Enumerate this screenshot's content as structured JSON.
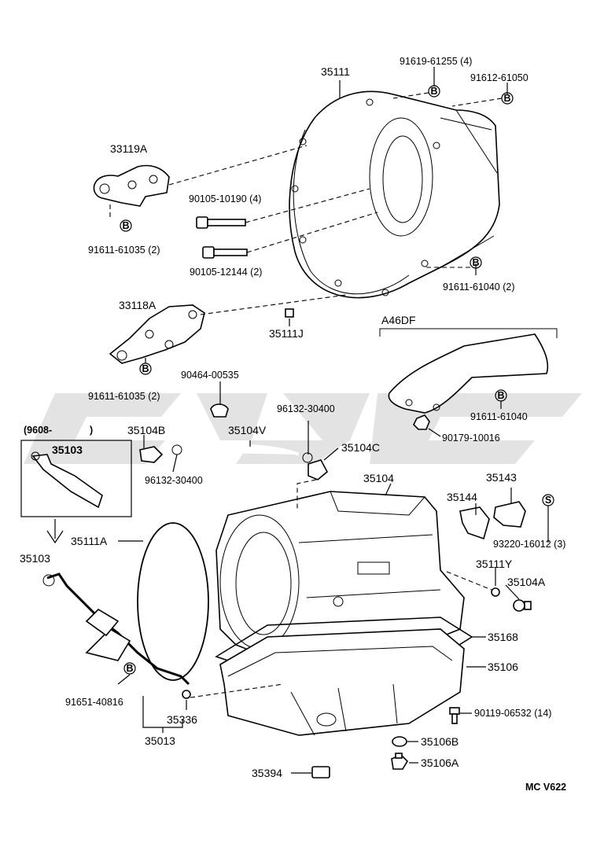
{
  "labels": {
    "p35111": "35111",
    "p91619": "91619-61255 (4)",
    "p91612": "91612-61050",
    "p33119A": "33119A",
    "p90105_10190": "90105-10190 (4)",
    "p91611_61035a": "91611-61035 (2)",
    "p90105_12144": "90105-12144 (2)",
    "p91611_61040a": "91611-61040 (2)",
    "p33118A": "33118A",
    "p35111J": "35111J",
    "a46df": "A46DF",
    "p90464": "90464-00535",
    "p91611_61035b": "91611-61035 (2)",
    "p91611_61040b": "91611-61040",
    "p90179": "90179-10016",
    "p96132a": "96132-30400",
    "p9608": "(9608-",
    "p9608close": ")",
    "p35103box": "35103",
    "p35104B": "35104B",
    "p35104V": "35104V",
    "p35104C": "35104C",
    "p96132b": "96132-30400",
    "p35104": "35104",
    "p35143": "35143",
    "p35144": "35144",
    "p93220": "93220-16012 (3)",
    "p35111A": "35111A",
    "p35103": "35103",
    "p35111Y": "35111Y",
    "p35104A": "35104A",
    "p35168": "35168",
    "p35106": "35106",
    "p91651": "91651-40816",
    "p35336": "35336",
    "p90119": "90119-06532 (14)",
    "p35013": "35013",
    "p35106B": "35106B",
    "p35106A": "35106A",
    "p35394": "35394",
    "footer": "MC  V622"
  },
  "markers": {
    "b": "B",
    "s": "S"
  }
}
